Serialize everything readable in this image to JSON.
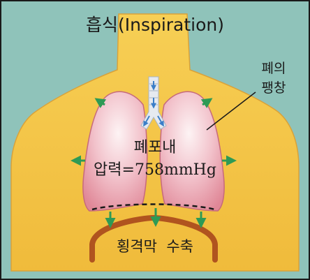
{
  "title": "흡식(Inspiration)",
  "lung_label": {
    "line1": "폐의",
    "line2": "팽창"
  },
  "center_label": {
    "line1": "폐포내",
    "line2": "압력=758mmHg"
  },
  "diaphragm_label": "횡격막  수축",
  "colors": {
    "background": "#8fc3ba",
    "body": "#f4c542",
    "body_shadow": "#e0a32a",
    "lung": "#e89aa8",
    "lung_light": "#fbe7ea",
    "diaphragm": "#b0541f",
    "arrow": "#2e9a55",
    "airflow_arrow": "#3b7ec8"
  }
}
